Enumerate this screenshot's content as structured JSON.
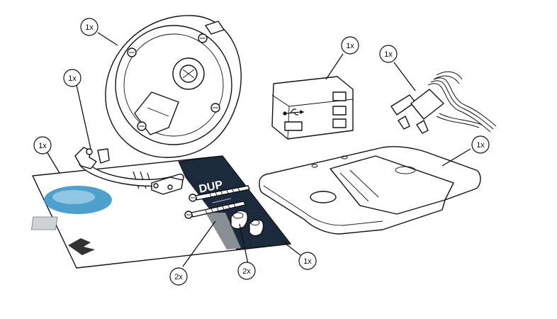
{
  "callouts": {
    "box": "1x",
    "ring": "1x",
    "manual": "1x",
    "usb_module": "1x",
    "cable": "1x",
    "tray": "1x",
    "sheet": "1x",
    "screws": "2x",
    "plugs": "2x"
  },
  "sheet_brand": "DUP",
  "colors": {
    "line": "#111111",
    "sheet_dark": "#1b2a3c",
    "sheet_blue": "#2f8fc4",
    "sheet_grey": "#8a8f94",
    "paper": "#ffffff"
  },
  "icons": {
    "usb_symbol": "usb-icon"
  }
}
